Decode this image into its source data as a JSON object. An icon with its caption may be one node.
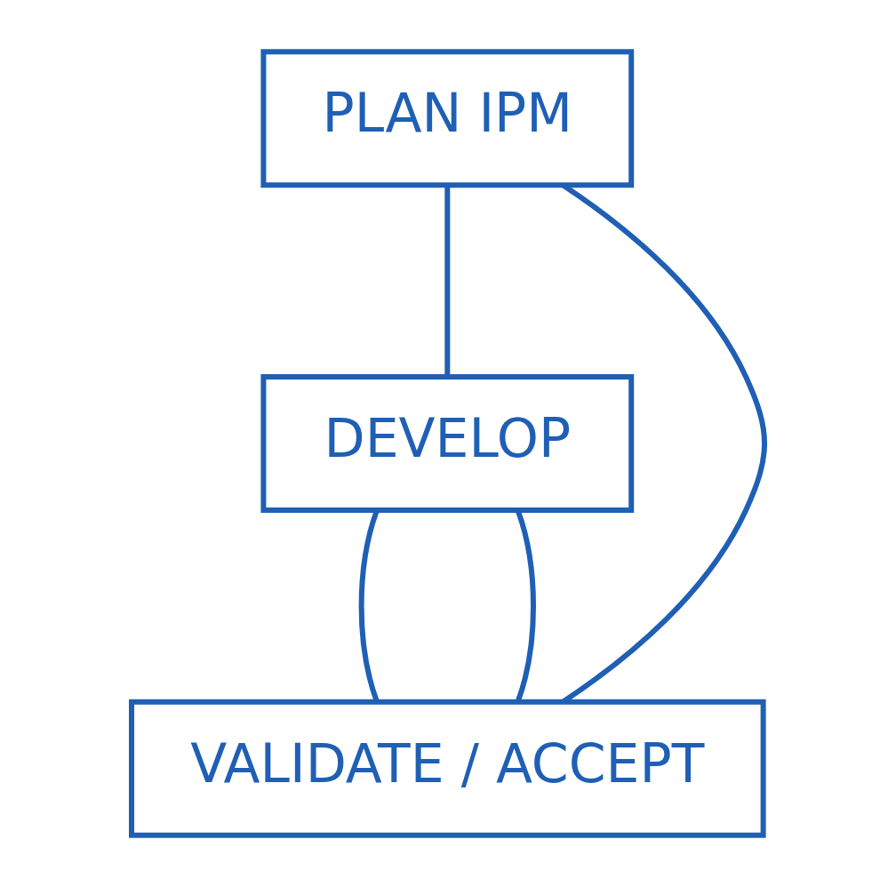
{
  "diagram": {
    "nodes": [
      {
        "text": [
          "PLAN IPM"
        ]
      },
      {
        "text": [
          "DEVELOP"
        ]
      },
      {
        "text": [
          "VALIDATE / ACCEPT"
        ]
      }
    ],
    "edges": [
      {
        "from": 0,
        "to": 1,
        "arrow": "none"
      },
      {
        "from": 1,
        "to": 2,
        "arrow": "none"
      },
      {
        "from": 2,
        "to": 0,
        "arrow": "none"
      },
      {
        "from": 2,
        "to": 1,
        "arrow": "none"
      }
    ]
  }
}
